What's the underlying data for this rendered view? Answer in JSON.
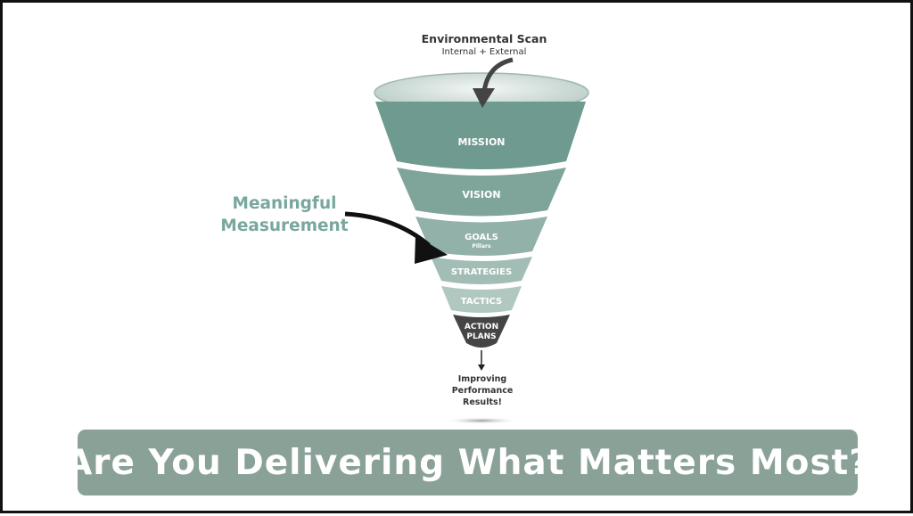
{
  "top_label": {
    "title": "Environmental Scan",
    "subtitle": "Internal + External"
  },
  "side_label": {
    "line1": "Meaningful",
    "line2": "Measurement"
  },
  "funnel": {
    "levels": [
      {
        "label": "MISSION",
        "sublabel": "",
        "color": "#6e9a8f"
      },
      {
        "label": "VISION",
        "sublabel": "",
        "color": "#7fa59b"
      },
      {
        "label": "GOALS",
        "sublabel": "Pillars",
        "color": "#92b1a8"
      },
      {
        "label": "STRATEGIES",
        "sublabel": "",
        "color": "#a2bdb5"
      },
      {
        "label": "TACTICS",
        "sublabel": "",
        "color": "#b1c8c1"
      },
      {
        "label": "ACTION",
        "sublabel": "PLANS",
        "color": "#454545"
      }
    ],
    "rim_color": "#d8e3df"
  },
  "result": {
    "line1": "Improving",
    "line2": "Performance",
    "line3": "Results!"
  },
  "banner": {
    "text": "Are You Delivering What Matters Most?",
    "color": "#89a197"
  }
}
